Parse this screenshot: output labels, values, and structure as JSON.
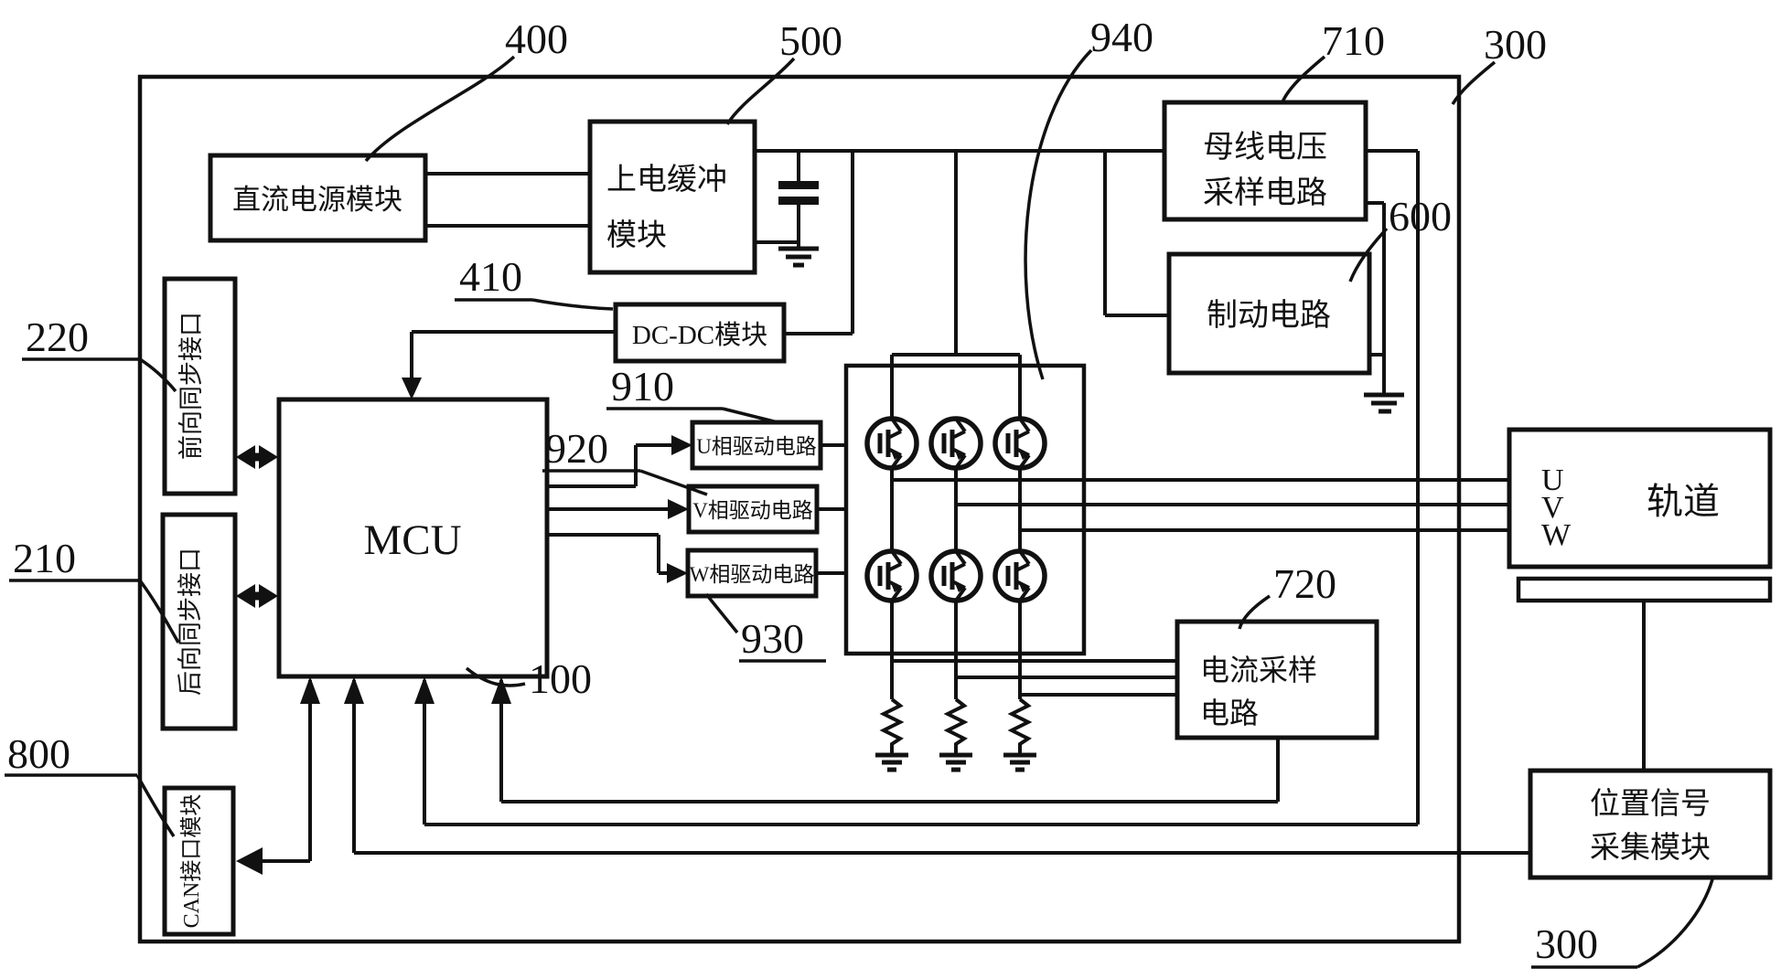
{
  "figure": {
    "type": "patent-circuit-block-diagram",
    "colors": {
      "ink": "#111111",
      "background": "#ffffff"
    },
    "modules": {
      "dc_power": "直流电源模块",
      "buffer_l1": "上电缓冲",
      "buffer_l2": "模块",
      "dcdc": "DC-DC模块",
      "mcu": "MCU",
      "front_sync": "前向同步接口",
      "back_sync": "后向同步接口",
      "can": "CAN接口模块",
      "u_driver": "U相驱动电路",
      "v_driver": "V相驱动电路",
      "w_driver": "W相驱动电路",
      "bus_volt_l1": "母线电压",
      "bus_volt_l2": "采样电路",
      "brake": "制动电路",
      "current_l1": "电流采样",
      "current_l2": "电路",
      "track": "轨道",
      "phase_u": "U",
      "phase_v": "V",
      "phase_w": "W",
      "position_l1": "位置信号",
      "position_l2": "采集模块"
    },
    "refs": {
      "r400": "400",
      "r500": "500",
      "r940": "940",
      "r710": "710",
      "r300_top": "300",
      "r600": "600",
      "r410": "410",
      "r910": "910",
      "r920": "920",
      "r930": "930",
      "r100": "100",
      "r220": "220",
      "r210": "210",
      "r800": "800",
      "r720": "720",
      "r300_bottom": "300"
    }
  }
}
